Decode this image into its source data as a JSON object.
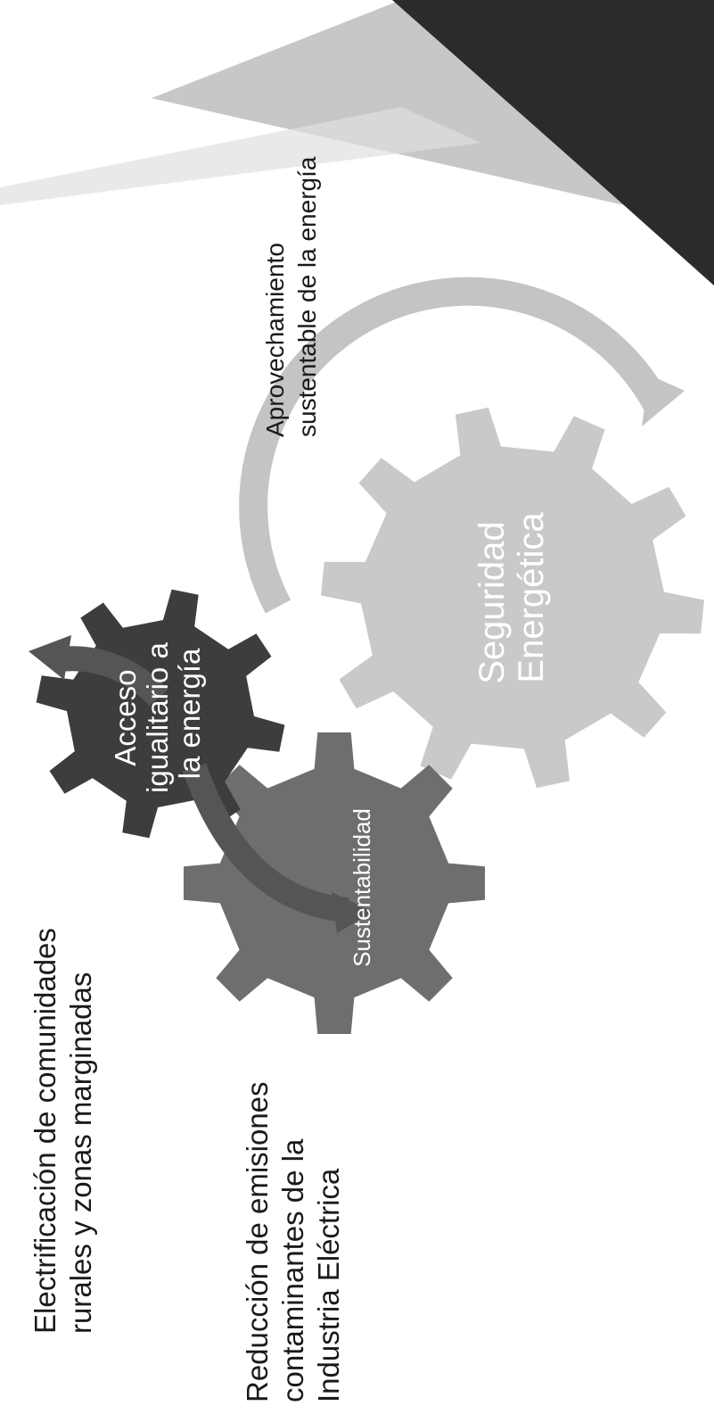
{
  "diagram": {
    "gears": [
      {
        "id": "access",
        "label_lines": [
          "Acceso",
          "igualitario a",
          "la energía"
        ],
        "color": "#3d3d3d",
        "teeth": 8
      },
      {
        "id": "sustain",
        "label_lines": [
          "Sustentabilidad"
        ],
        "color": "#6e6e6e",
        "teeth": 8
      },
      {
        "id": "security",
        "label_lines": [
          "Seguridad",
          "Energética"
        ],
        "color": "#c9c9c9",
        "teeth": 10
      }
    ],
    "captions": {
      "electrification": [
        "Electrificación de comunidades",
        "rurales y zonas marginadas"
      ],
      "emissions": [
        "Reducción de emisiones",
        "contaminantes de la",
        "Industria Eléctrica"
      ],
      "sustainable_use": [
        "Aprovechamiento",
        "sustentable de la energía"
      ]
    },
    "colors": {
      "corner_dark": "#2b2b2b",
      "corner_light": "#bdbdbd",
      "arrow_dark": "#555555",
      "arrow_light": "#c4c4c4"
    }
  }
}
